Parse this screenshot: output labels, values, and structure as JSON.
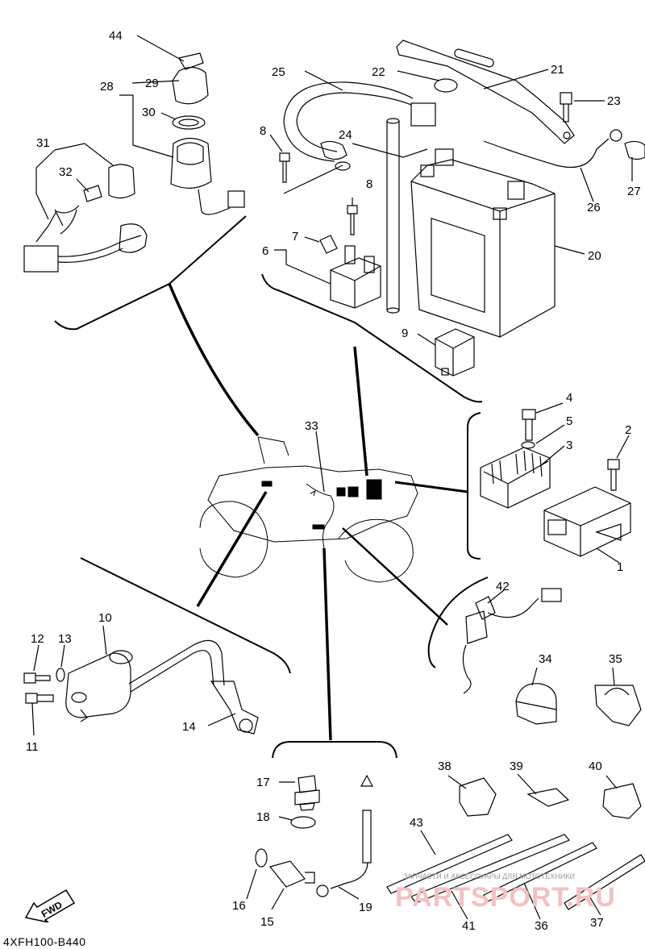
{
  "diagram": {
    "code": "4XFH100-B440",
    "fwd_label": "FWD",
    "watermark_text": "ЗАПЧАСТИ И АКСЕССУАРЫ ДЛЯ МОТОТЕХНИКИ",
    "watermark_brand": "PARTSPORT.RU",
    "callouts": {
      "n1": "1",
      "n2": "2",
      "n3": "3",
      "n4": "4",
      "n5": "5",
      "n6": "6",
      "n7": "7",
      "n8a": "8",
      "n8b": "8",
      "n9": "9",
      "n10": "10",
      "n11": "11",
      "n12": "12",
      "n13": "13",
      "n14": "14",
      "n15": "15",
      "n16": "16",
      "n17": "17",
      "n18": "18",
      "n19": "19",
      "n20": "20",
      "n21": "21",
      "n22": "22",
      "n23": "23",
      "n24": "24",
      "n25": "25",
      "n26": "26",
      "n27": "27",
      "n28": "28",
      "n29": "29",
      "n30": "30",
      "n31": "31",
      "n32": "32",
      "n33": "33",
      "n34": "34",
      "n35": "35",
      "n36": "36",
      "n37": "37",
      "n38": "38",
      "n39": "39",
      "n40": "40",
      "n41": "41",
      "n42": "42",
      "n43": "43",
      "n44": "44"
    }
  }
}
